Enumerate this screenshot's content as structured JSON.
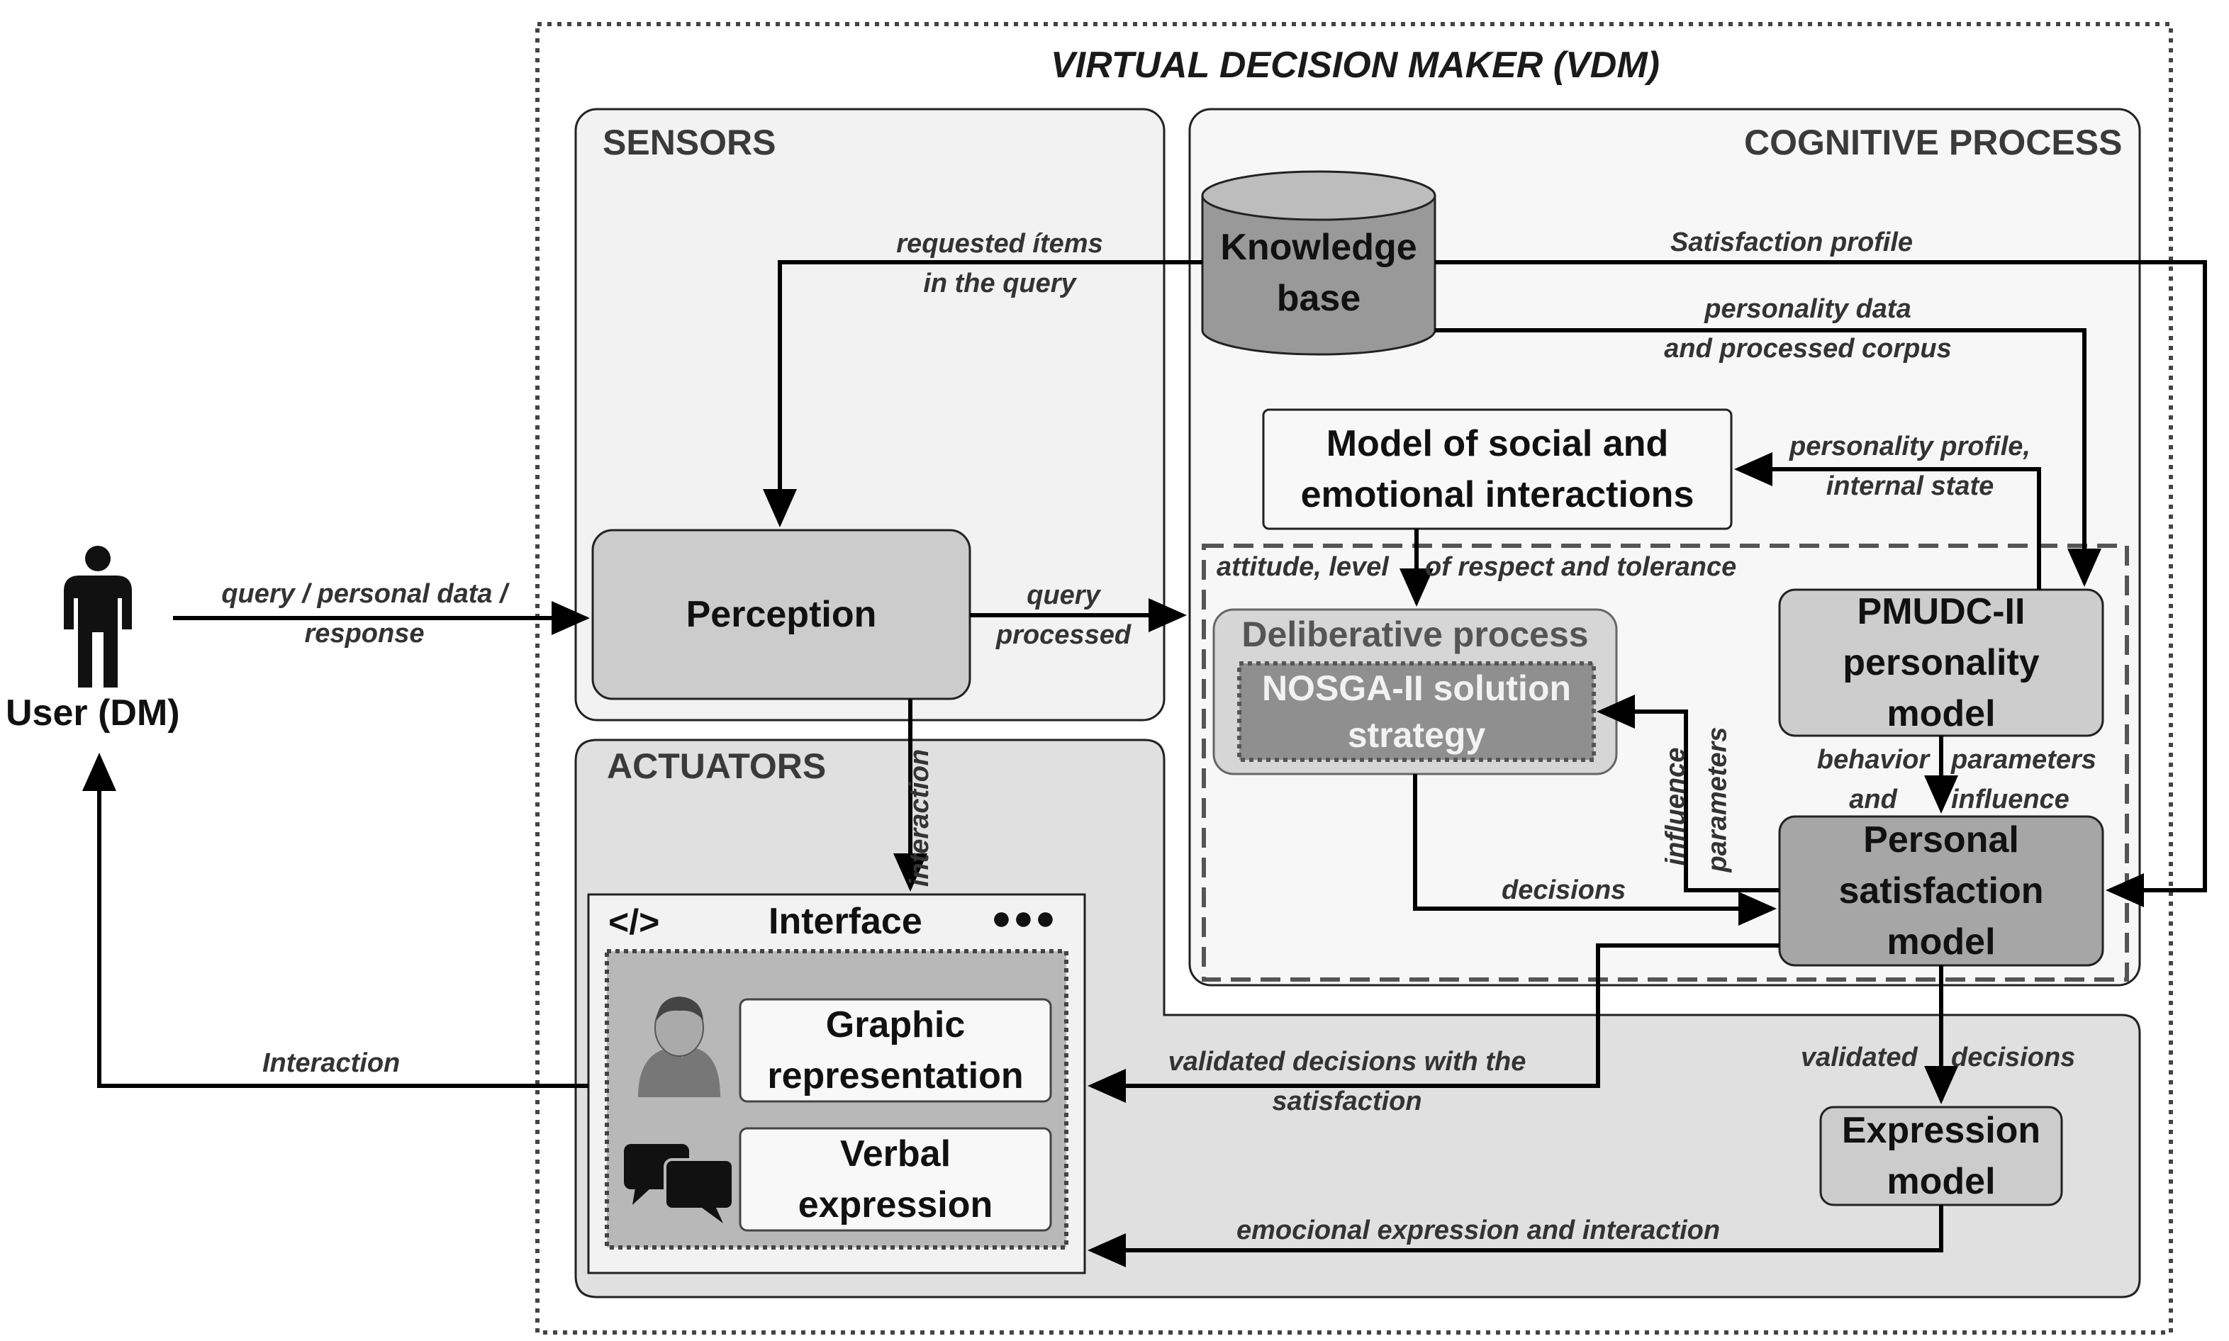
{
  "title": "VIRTUAL DECISION MAKER (VDM)",
  "user": {
    "label": "User (DM)"
  },
  "sections": {
    "sensors": "SENSORS",
    "actuators": "ACTUATORS",
    "cognitive": "COGNITIVE PROCESS"
  },
  "nodes": {
    "knowledge_base": [
      "Knowledge",
      "base"
    ],
    "perception": "Perception",
    "social_model": [
      "Model of social and",
      "emotional interactions"
    ],
    "deliberative": "Deliberative process",
    "nosga": [
      "NOSGA-II solution",
      "strategy"
    ],
    "pmudc": [
      "PMUDC-II",
      "personality",
      "model"
    ],
    "satisfaction": [
      "Personal",
      "satisfaction",
      "model"
    ],
    "expression": [
      "Expression",
      "model"
    ],
    "interface": {
      "code_glyph": "</>",
      "title": "Interface",
      "dots": "●●●"
    },
    "graphic": [
      "Graphic",
      "representation"
    ],
    "verbal": [
      "Verbal",
      "expression"
    ]
  },
  "edges": {
    "query_personal": [
      "query / personal data /",
      "response"
    ],
    "requested_items": [
      "requested ítems",
      "in the query"
    ],
    "query_processed": [
      "query",
      "processed"
    ],
    "satisfaction_profile": "Satisfaction profile",
    "personality_data": [
      "personality data",
      "and processed corpus"
    ],
    "personality_profile": [
      "personality profile,",
      "internal state"
    ],
    "attitude_level": "attitude, level",
    "respect_tolerance": "of respect and tolerance",
    "interaction_vertical": "interaction",
    "influence": "influence",
    "parameters_vertical": "parameters",
    "behavior_and": [
      "behavior",
      "and"
    ],
    "parameters_influence": [
      "parameters",
      "influence"
    ],
    "decisions": "decisions",
    "validated": "validated",
    "decisions2": "decisions",
    "validated_with": [
      "validated decisions with the",
      "satisfaction"
    ],
    "emotional": "emocional expression and interaction",
    "interaction_back": "Interaction"
  }
}
